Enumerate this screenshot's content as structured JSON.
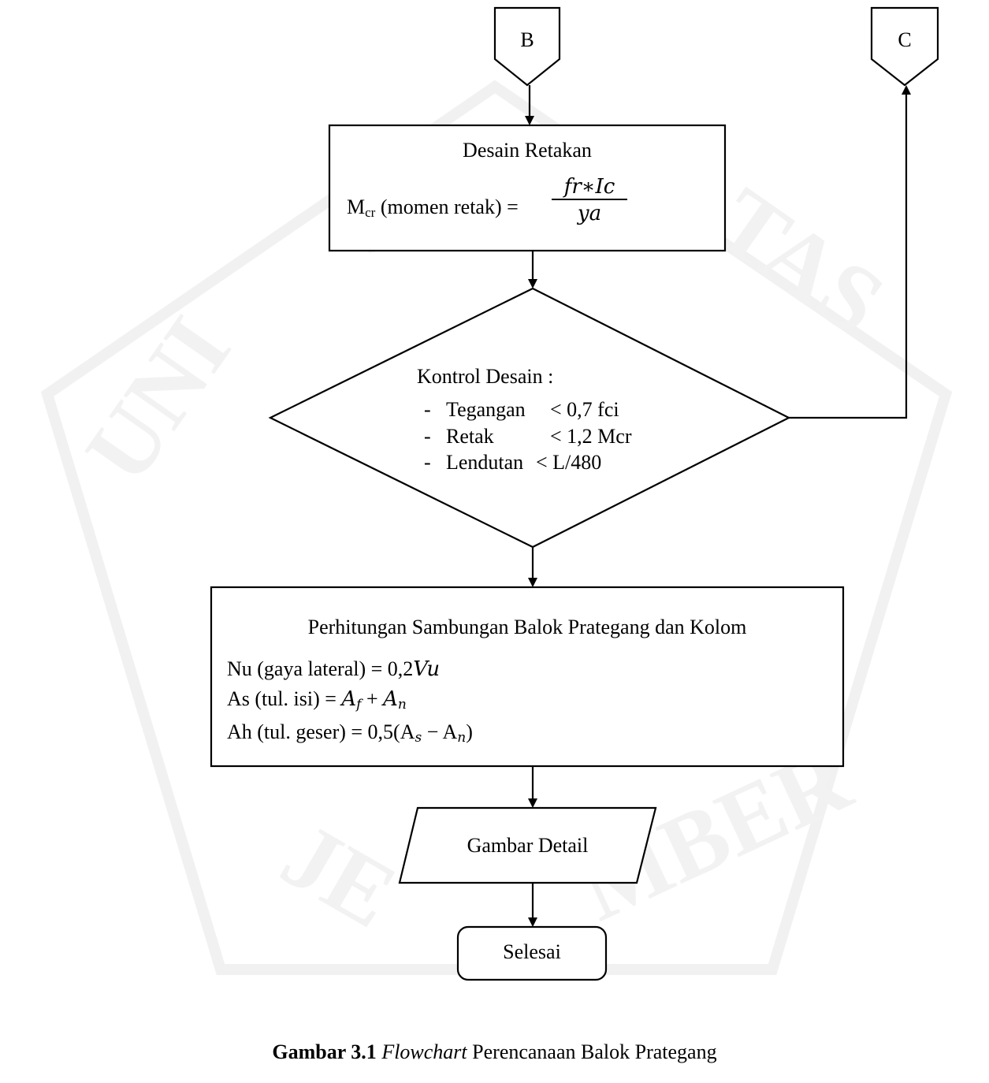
{
  "connectors": {
    "b": "B",
    "c": "C"
  },
  "crack_design": {
    "title": "Desain Retakan",
    "m_label": "M",
    "m_sub": "cr",
    "m_desc": " (momen retak) = ",
    "numerator": "fr∗Ic",
    "denominator": "ya"
  },
  "control": {
    "title": "Kontrol Desain :",
    "items": [
      {
        "dash": "-",
        "name": "Tegangan",
        "cond": "< 0,7 fci"
      },
      {
        "dash": "-",
        "name": "Retak",
        "cond": "< 1,2 Mcr"
      },
      {
        "dash": "-",
        "name": "Lendutan",
        "cond": "< L/480"
      }
    ]
  },
  "connection": {
    "title": "Perhitungan Sambungan Balok Prategang dan Kolom",
    "nu_label": "Nu (gaya lateral) = 0,2",
    "nu_var": "Vu",
    "as_label": "As (tul. isi) = ",
    "as_a1": "A",
    "as_a1_sub": "f",
    "as_plus": " + ",
    "as_a2": "A",
    "as_a2_sub": "n",
    "ah_label": "Ah (tul. geser) = 0,5(A",
    "ah_s": "s",
    "ah_minus": " − A",
    "ah_n": "n",
    "ah_close": ")"
  },
  "detail": {
    "label": "Gambar Detail"
  },
  "finish": {
    "label": "Selesai"
  },
  "caption": {
    "number": "Gambar 3.1",
    "italic": "Flowchart",
    "rest": " Perencanaan Balok Prategang"
  }
}
